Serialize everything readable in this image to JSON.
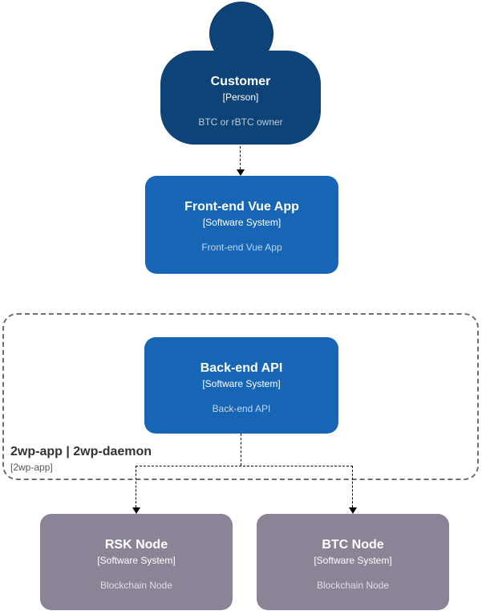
{
  "colors": {
    "person_fill": "#0d4377",
    "system_fill": "#1766b5",
    "external_fill": "#8b8496",
    "boundary_stroke": "#6e6e6e",
    "edge": "#000000",
    "boundary_label": "#333333",
    "boundary_sublabel": "#555555"
  },
  "nodes": {
    "customer": {
      "title": "Customer",
      "type": "[Person]",
      "description": "BTC or rBTC owner"
    },
    "frontend": {
      "title": "Front-end Vue App",
      "type": "[Software System]",
      "description": "Front-end Vue App"
    },
    "backend": {
      "title": "Back-end API",
      "type": "[Software System]",
      "description": "Back-end API"
    },
    "rsk_node": {
      "title": "RSK Node",
      "type": "[Software System]",
      "description": "Blockchain Node"
    },
    "btc_node": {
      "title": "BTC Node",
      "type": "[Software System]",
      "description": "Blockchain Node"
    }
  },
  "boundary": {
    "label": "2wp-app | 2wp-daemon",
    "sublabel": "[2wp-app]"
  }
}
